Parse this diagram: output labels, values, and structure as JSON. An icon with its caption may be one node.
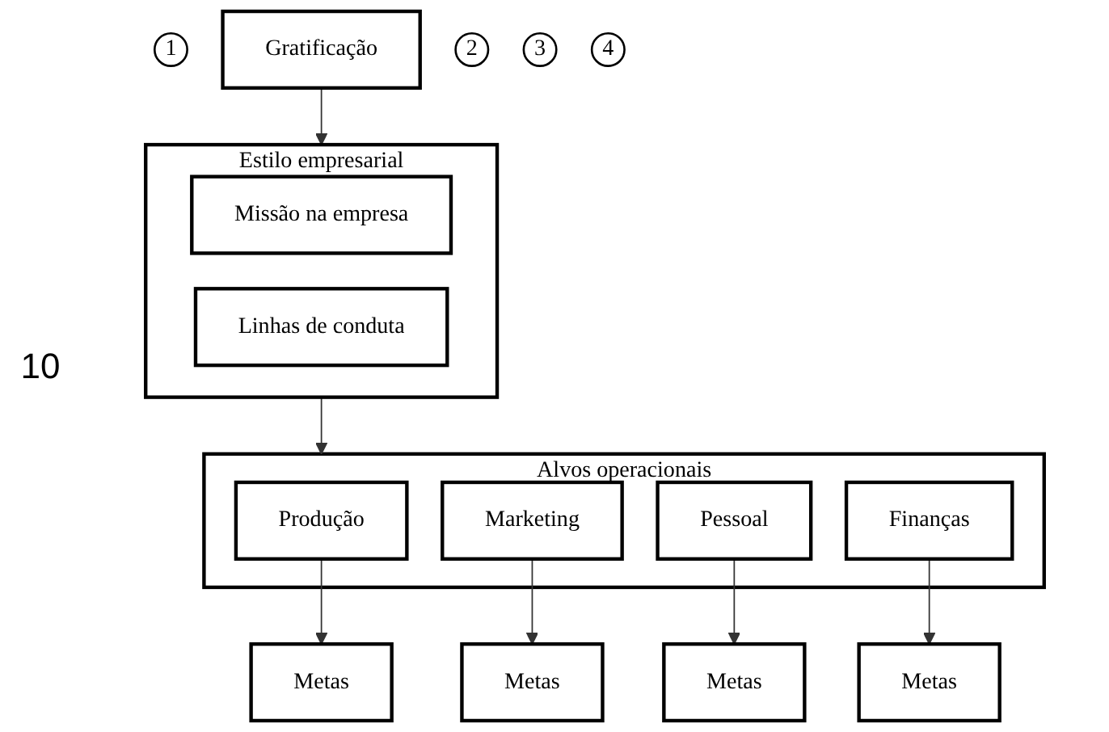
{
  "diagram": {
    "nodes": [
      {
        "text": [
          "1"
        ]
      },
      {
        "text": [
          "Gratificação"
        ]
      },
      {
        "text": [
          "2"
        ]
      },
      {
        "text": [
          "Estilo empresarial"
        ]
      },
      {
        "text": [
          "Missão na empresa"
        ],
        "in": 3
      },
      {
        "text": [
          "Linhas de conduta"
        ],
        "in": 3
      },
      {
        "text": [
          "3"
        ]
      },
      {
        "text": [
          "Alvos operacionais"
        ]
      },
      {
        "text": [
          "Produção"
        ],
        "in": 7
      },
      {
        "text": [
          "Marketing"
        ],
        "in": 7
      },
      {
        "text": [
          "Pessoal"
        ],
        "in": 7
      },
      {
        "text": [
          "Finanças"
        ],
        "in": 7
      },
      {
        "text": [
          "4"
        ]
      },
      {
        "text": [
          "Metas"
        ]
      },
      {
        "text": [
          "Metas"
        ]
      },
      {
        "text": [
          "Metas"
        ]
      },
      {
        "text": [
          "Metas"
        ]
      }
    ],
    "edges": [
      {
        "from": 1,
        "to": 3,
        "arrow": "to"
      },
      {
        "from": 3,
        "to": 7,
        "arrow": "to"
      },
      {
        "from": 8,
        "to": 13,
        "arrow": "to"
      },
      {
        "from": 9,
        "to": 14,
        "arrow": "to"
      },
      {
        "from": 10,
        "to": 15,
        "arrow": "to"
      },
      {
        "from": 11,
        "to": 16,
        "arrow": "to"
      }
    ],
    "labels": [
      "10"
    ]
  }
}
